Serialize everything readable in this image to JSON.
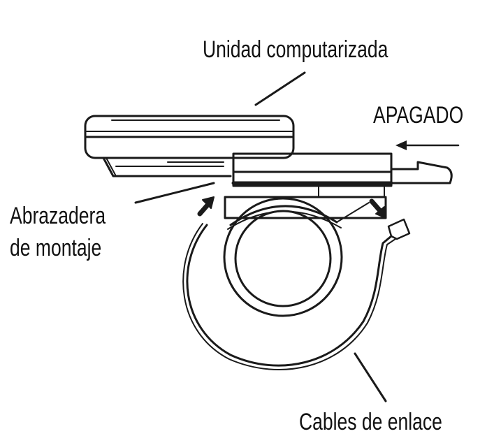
{
  "diagram": {
    "labels": {
      "computer_unit": "Unidad computarizada",
      "off": "APAGADO",
      "mounting_clamp_line1": "Abrazadera",
      "mounting_clamp_line2": "de montaje",
      "link_cables": "Cables de enlace"
    },
    "colors": {
      "background": "#ffffff",
      "stroke": "#1a1a1a",
      "text": "#111111"
    },
    "components": [
      "computer-unit",
      "mounting-bracket",
      "slide-latch",
      "handlebar-tube",
      "clamp-band",
      "link-cable-band"
    ]
  }
}
